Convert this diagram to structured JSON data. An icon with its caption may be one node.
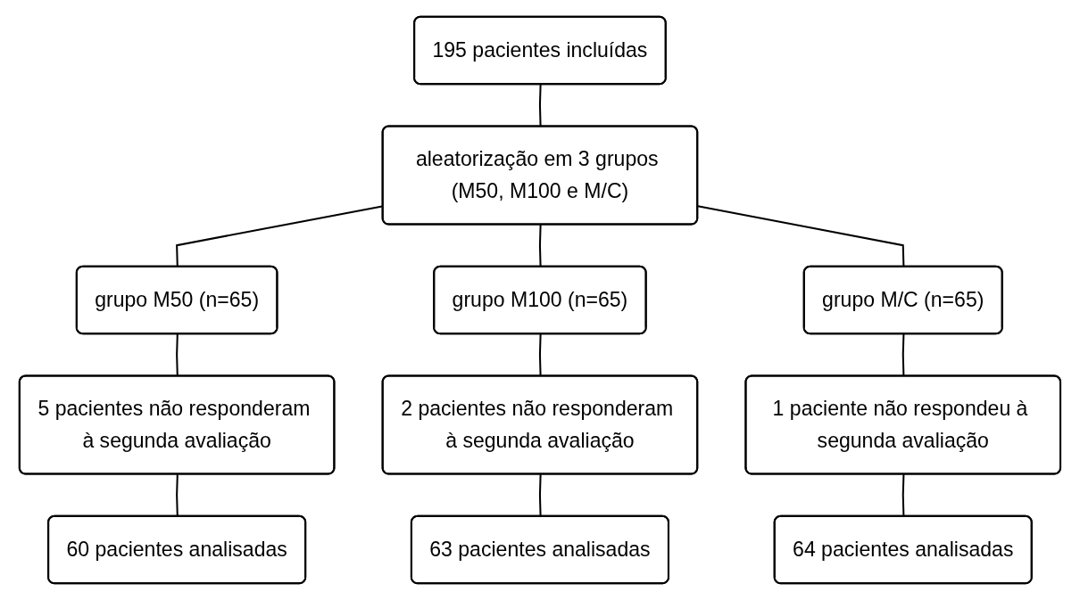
{
  "diagram": {
    "nodes": [
      {
        "text": [
          "195 pacientes incluídas"
        ]
      },
      {
        "text": [
          "aleatorização em 3 grupos (M50, M100 e M/C)"
        ]
      },
      {
        "text": [
          "grupo M50 (n=65)"
        ]
      },
      {
        "text": [
          "grupo M100 (n=65)"
        ]
      },
      {
        "text": [
          "grupo M/C (n=65)"
        ]
      },
      {
        "text": [
          "5 pacientes não responderam à segunda avaliação"
        ]
      },
      {
        "text": [
          "2 pacientes não responderam à segunda avaliação"
        ]
      },
      {
        "text": [
          "1 paciente não respondeu à segunda avaliação"
        ]
      },
      {
        "text": [
          "60 pacientes analisadas"
        ]
      },
      {
        "text": [
          "63 pacientes analisadas"
        ]
      },
      {
        "text": [
          "64 pacientes analisadas"
        ]
      }
    ],
    "edges": [
      {
        "from": 0,
        "to": 1,
        "arrow": "none"
      },
      {
        "from": 1,
        "to": 2,
        "arrow": "none"
      },
      {
        "from": 1,
        "to": 3,
        "arrow": "none"
      },
      {
        "from": 1,
        "to": 4,
        "arrow": "none"
      },
      {
        "from": 2,
        "to": 5,
        "arrow": "none"
      },
      {
        "from": 3,
        "to": 6,
        "arrow": "none"
      },
      {
        "from": 4,
        "to": 7,
        "arrow": "none"
      },
      {
        "from": 5,
        "to": 8,
        "arrow": "none"
      },
      {
        "from": 6,
        "to": 9,
        "arrow": "none"
      },
      {
        "from": 7,
        "to": 10,
        "arrow": "none"
      }
    ]
  }
}
